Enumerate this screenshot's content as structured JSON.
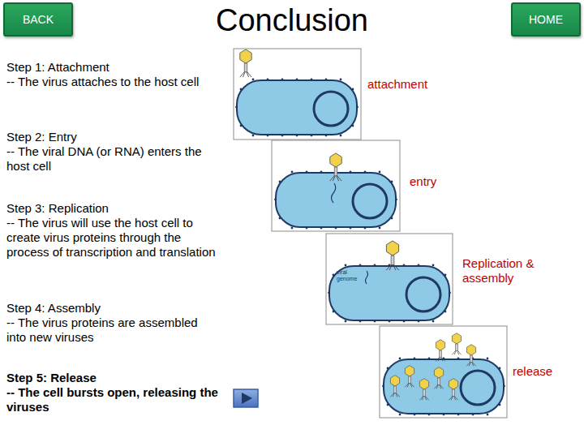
{
  "diagram": {
    "title": "Conclusion",
    "nodes": [
      {
        "text": [
          "BACK"
        ]
      },
      {
        "text": [
          "HOME"
        ]
      },
      {
        "text": [
          "viral genome"
        ]
      }
    ],
    "labels": [
      "Step 1: Attachment",
      "-- The virus attaches to the host cell",
      "Step 2: Entry",
      "-- The viral DNA (or RNA) enters the host cell",
      "Step 3: Replication",
      "-- The virus will use the host cell to create virus proteins through the process of transcription and translation",
      "Step 4: Assembly",
      "-- The virus proteins are assembled into new viruses",
      "Step 5: Release",
      "-- The cell bursts open, releasing the viruses",
      "attachment",
      "entry",
      "Replication & assembly",
      "release"
    ]
  }
}
